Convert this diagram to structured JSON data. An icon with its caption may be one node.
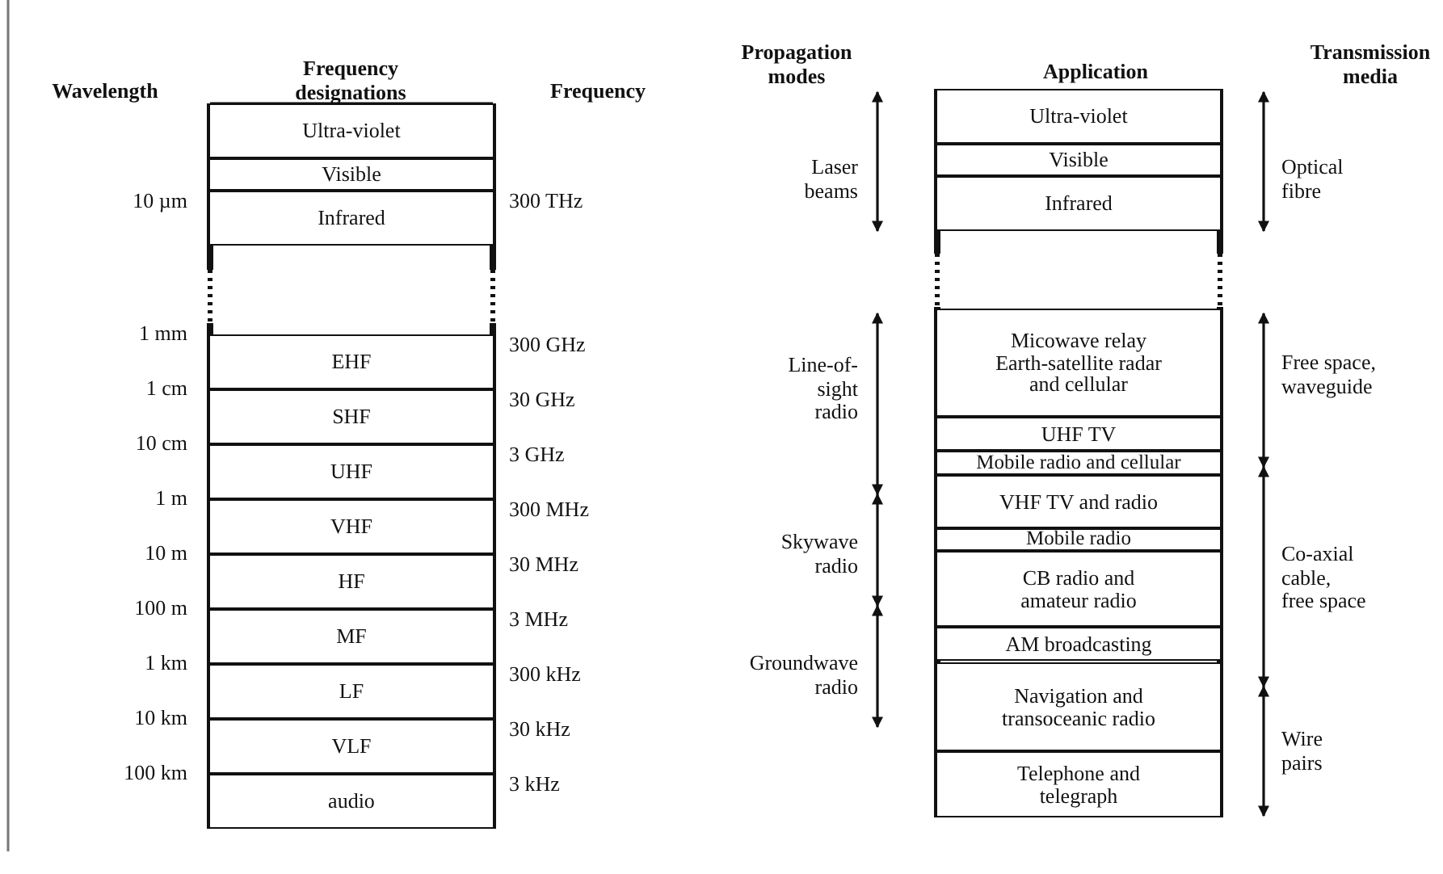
{
  "diagram": {
    "nodes": [
      {
        "text": [
          "Ultra-violet"
        ]
      },
      {
        "text": [
          "Visible"
        ]
      },
      {
        "text": [
          "Infrared"
        ]
      },
      {
        "text": [
          "EHF"
        ]
      },
      {
        "text": [
          "SHF"
        ]
      },
      {
        "text": [
          "UHF"
        ]
      },
      {
        "text": [
          "VHF"
        ]
      },
      {
        "text": [
          "HF"
        ]
      },
      {
        "text": [
          "MF"
        ]
      },
      {
        "text": [
          "LF"
        ]
      },
      {
        "text": [
          "VLF"
        ]
      },
      {
        "text": [
          "audio"
        ]
      },
      {
        "text": [
          "Ultra-violet"
        ]
      },
      {
        "text": [
          "Visible"
        ]
      },
      {
        "text": [
          "Infrared"
        ]
      },
      {
        "text": [
          "Micowave relay Earth-satellite radar and cellular"
        ]
      },
      {
        "text": [
          "UHF TV"
        ]
      },
      {
        "text": [
          "Mobile radio and cellular"
        ]
      },
      {
        "text": [
          "VHF TV and radio"
        ]
      },
      {
        "text": [
          "Mobile radio"
        ]
      },
      {
        "text": [
          "CB radio and amateur radio"
        ]
      },
      {
        "text": [
          "AM broadcasting"
        ]
      },
      {
        "text": [
          "Navigation and transoceanic radio"
        ]
      },
      {
        "text": [
          "Telephone and telegraph"
        ]
      }
    ],
    "edges": [],
    "labels": [
      "Wavelength",
      "Frequency designations",
      "Frequency",
      "Propagation modes",
      "Application",
      "Transmission media",
      "10 µm",
      "1 mm",
      "1 cm",
      "10 cm",
      "1 m",
      "10 m",
      "100 m",
      "1 km",
      "10 km",
      "100 km",
      "300 THz",
      "300 GHz",
      "30 GHz",
      "3 GHz",
      "300 MHz",
      "30 MHz",
      "3 MHz",
      "300 kHz",
      "30 kHz",
      "3 kHz",
      "Laser beams",
      "Line-of-sight radio",
      "Skywave radio",
      "Groundwave radio",
      "Optical fibre",
      "Free space, waveguide",
      "Co-axial cable, free space",
      "Wire pairs"
    ]
  }
}
